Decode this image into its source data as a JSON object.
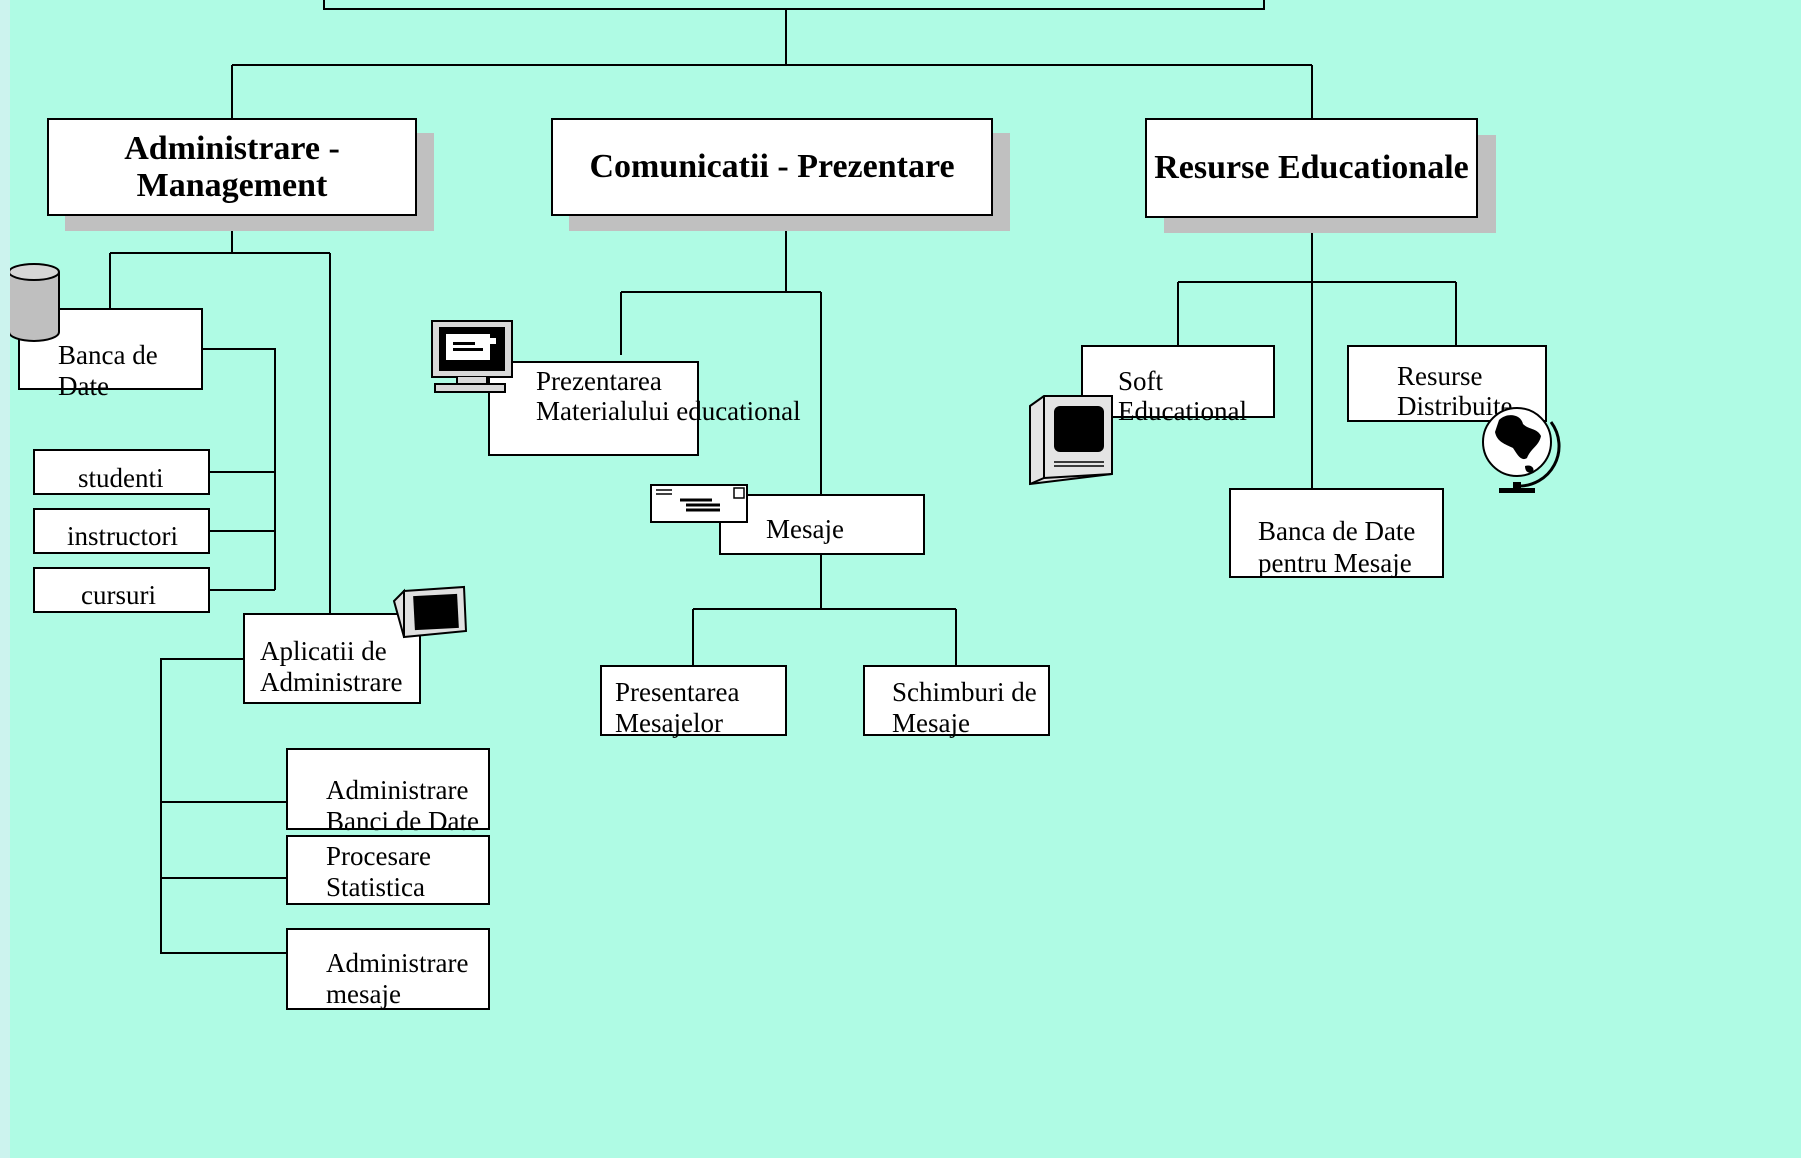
{
  "diagram": {
    "top_categories": [
      {
        "id": "admin",
        "label": "Administrare - Management",
        "line1": "Administrare -",
        "line2": "Management"
      },
      {
        "id": "comm",
        "label": "Comunicatii - Prezentare"
      },
      {
        "id": "res",
        "label": "Resurse Educationale"
      }
    ],
    "admin_branch": {
      "banca_de_date": {
        "line1": "Banca de",
        "line2": "Date"
      },
      "entities": [
        "studenti",
        "instructori",
        "cursuri"
      ],
      "aplicatii": {
        "line1": "Aplicatii de",
        "line2": "Administrare"
      },
      "applications": [
        {
          "line1": "Administrare",
          "line2": "Banci de Date"
        },
        {
          "line1": "Procesare",
          "line2": "Statistica"
        },
        {
          "line1": "Administrare",
          "line2": "mesaje"
        }
      ]
    },
    "comm_branch": {
      "prezentarea": {
        "line1": "Prezentarea",
        "line2": "Materialului educational"
      },
      "mesaje": "Mesaje",
      "presentarea_mesajelor": {
        "line1": "Presentarea",
        "line2": "Mesajelor"
      },
      "schimburi": {
        "line1": "Schimburi de",
        "line2": "Mesaje"
      }
    },
    "res_branch": {
      "soft": {
        "line1": "Soft",
        "line2": "Educational"
      },
      "resurse_distribuite": {
        "line1": "Resurse",
        "line2": "Distribuite"
      },
      "banca_mesaje": {
        "line1": "Banca de Date",
        "line2": "pentru Mesaje"
      }
    }
  },
  "icons": [
    "database-icon",
    "computer-monitor-icon",
    "envelope-icon",
    "monitor-icon",
    "desktop-computer-icon",
    "globe-icon"
  ],
  "colors": {
    "background": "#affbe4",
    "outer_margin": "#ccf3ee",
    "box": "#ffffff",
    "shadow": "#c0c0c0",
    "line": "#000000"
  }
}
